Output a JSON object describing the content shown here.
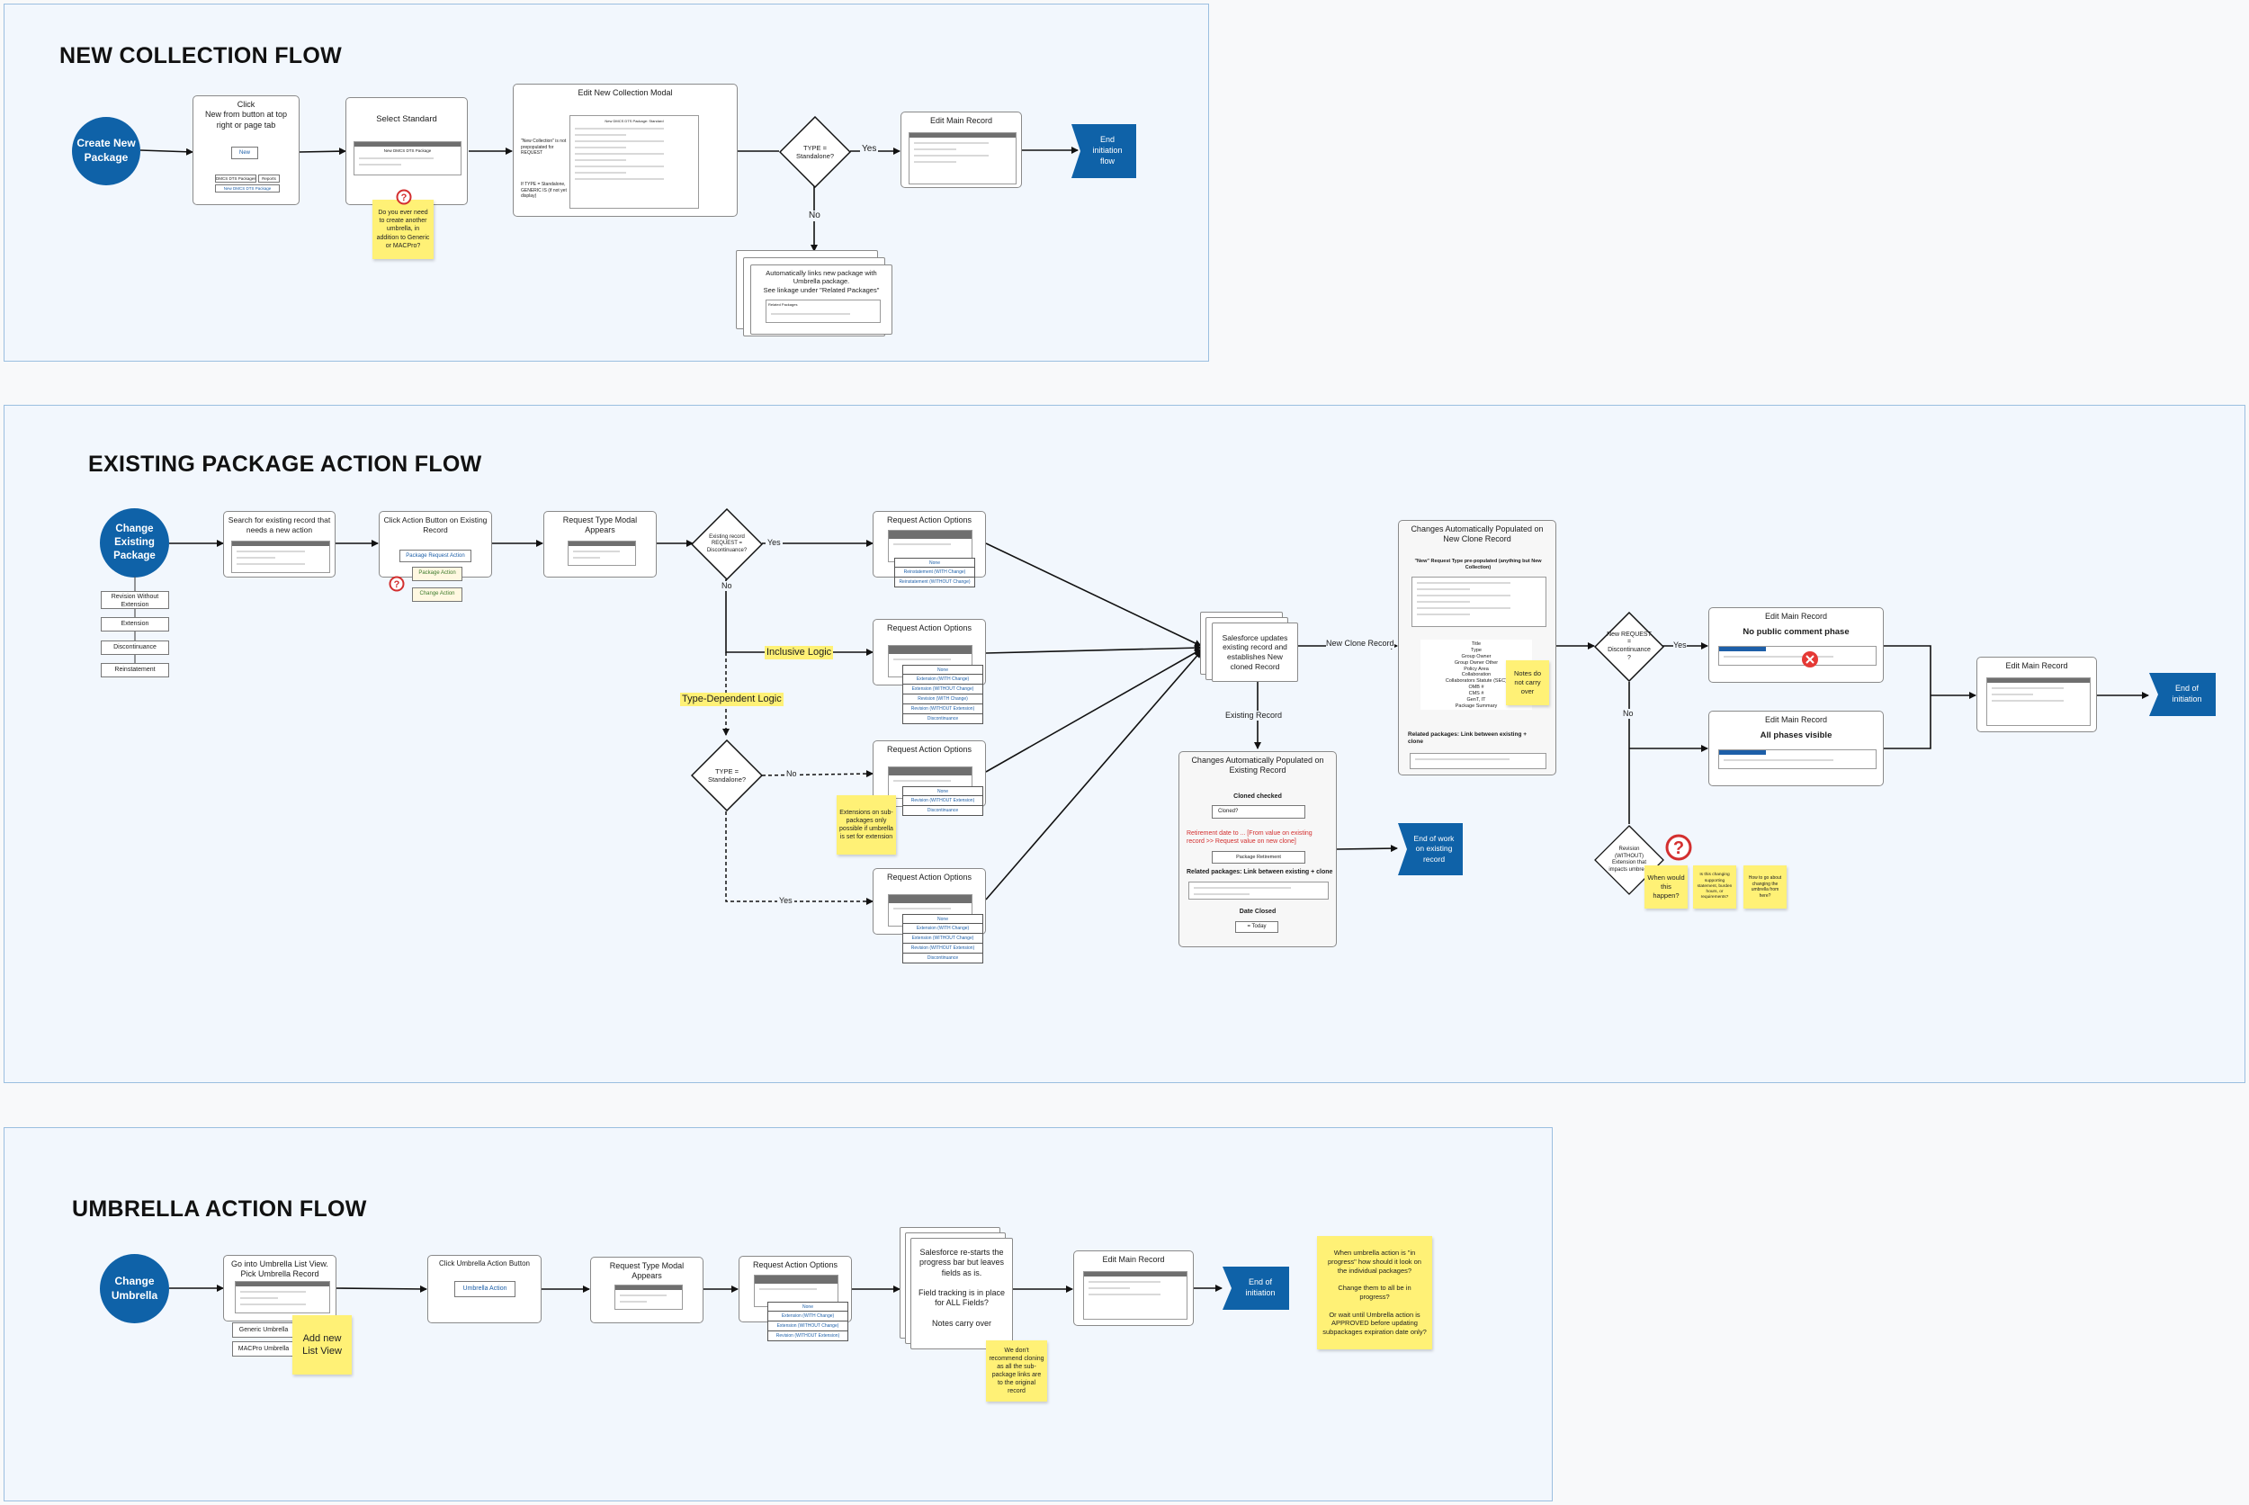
{
  "sections": {
    "new_collection": {
      "title": "NEW COLLECTION FLOW"
    },
    "existing_package": {
      "title": "EXISTING PACKAGE ACTION FLOW"
    },
    "umbrella": {
      "title": "UMBRELLA ACTION FLOW"
    }
  },
  "colors": {
    "accent": "#0f62a8",
    "sticky": "#fff176",
    "section_bg": "#f2f7fd",
    "section_border": "#9bbfe0",
    "warning": "#d32f2f"
  },
  "nc": {
    "start": "Create New Package",
    "click_title": "Click\nNew from button at top right or page tab",
    "click_btn": "New",
    "click_tab1": "DMCS DTS Packages",
    "click_tab2": "Reports",
    "click_item": "New DMCS DTS Package",
    "select_title": "Select Standard",
    "select_modal": "New DMCS DTS Package",
    "sticky_umbrella": "Do you ever need to create another umbrella, in addition to Generic or MACPro?",
    "modal_title": "Edit New Collection Modal",
    "modal_inner_title": "New DMCS DTS Package: Standard",
    "modal_note1": "\"New Collection\" is not prepopulated for REQUEST",
    "modal_note2": "If TYPE = Standalone, GENERIC IS (if not yet display)",
    "decision_standalone": "TYPE = Standalone?",
    "yes": "Yes",
    "no": "No",
    "edit_main": "Edit Main Record",
    "end_flow": "End initiation flow",
    "auto_link": "Automatically links new package with Umbrella package.\nSee linkage under \"Related Packages\"",
    "auto_link_sub": "Related Packages"
  },
  "ep": {
    "start": "Change Existing Package",
    "actions": [
      "Revision Without Extension",
      "Extension",
      "Discontinuance",
      "Reinstatement"
    ],
    "search_title": "Search for existing record that needs a new action",
    "click_action_title": "Click Action Button on Existing Record",
    "btn_package_request": "Package Request Action",
    "btn_package_action": "Package Action",
    "btn_change_action": "Change Action",
    "request_modal_title": "Request Type Modal Appears",
    "decision_discontinued": "Existing record REQUEST = Discontinuance?",
    "decision_type_standalone": "TYPE = Standalone?",
    "yes": "Yes",
    "no": "No",
    "inclusive_logic": "Inclusive Logic",
    "type_dependent_logic": "Type-Dependent Logic",
    "rao_title": "Request Action Options",
    "rao1_options": [
      "None",
      "Reinstatement (WITH Change)",
      "Reinstatement (WITHOUT Change)"
    ],
    "rao2_options": [
      "None",
      "Extension (WITH Change)",
      "Extension (WITHOUT Change)",
      "Revision (WITH Change)",
      "Revision (WITHOUT Extension)",
      "Discontinuance"
    ],
    "rao3_options": [
      "None",
      "Revision (WITHOUT Extension)",
      "Discontinuance"
    ],
    "rao4_options": [
      "None",
      "Extension (WITH Change)",
      "Extension (WITHOUT Change)",
      "Revision (WITHOUT Extension)",
      "Discontinuance"
    ],
    "sticky_extensions": "Extensions on sub-packages only possible if umbrella is set for extension",
    "salesforce_updates": "Salesforce updates existing record and establishes New cloned Record",
    "new_clone_record": "New Clone Record",
    "existing_record": "Existing Record",
    "changes_existing_title": "Changes Automatically Populated on Existing Record",
    "cloned_checked": "Cloned checked",
    "cloned_field": "Cloned?",
    "retirement_text": "Retirement date to ... [From value on existing record >> Request value on new clone]",
    "package_retirement": "Package Retirement",
    "related_link": "Related packages: Link between existing + clone",
    "date_closed": "Date Closed",
    "date_closed_value": "= Today",
    "end_existing": "End of work on existing record",
    "changes_clone_title": "Changes Automatically Populated on New Clone Record",
    "clone_subtitle": "\"New\" Request Type pre-populated (anything but New Collection)",
    "clone_fields": "Title\nType\nGroup Owner\nGroup Owner Other\nPolicy Area\nCollaboration\nCollaborators Statute (SEC)\nOMB #\nCMS #\nGenT, IT\nPackage Summary",
    "sticky_notes": "Notes do not carry over",
    "clone_related": "Related packages: Link between existing + clone",
    "decision_new_request": "New REQUEST = Discontinuance ?",
    "edit_main_title": "Edit Main Record",
    "no_public_comment": "No public comment phase",
    "all_phases": "All phases visible",
    "edit_main_final": "Edit Main Record",
    "end_initiation": "End of initiation",
    "decision_revision": "Revision (WITHOUT) Extension that impacts umbrella",
    "sticky_when": "When would this happen?",
    "sticky_changing": "Is this changing supporting statement, burden hours, or requirements?",
    "sticky_howto": "How to go about changing the umbrella from here?"
  },
  "ua": {
    "start": "Change Umbrella",
    "list_title": "Go into Umbrella List View. Pick Umbrella Record",
    "generic": "Generic Umbrella",
    "macpro": "MACPro Umbrella",
    "sticky_add": "Add new List View",
    "click_btn_title": "Click Umbrella Action Button",
    "umbrella_action": "Umbrella Action",
    "request_modal": "Request Type Modal Appears",
    "rao_title": "Request Action Options",
    "rao_options": [
      "None",
      "Extension (WITH Change)",
      "Extension (WITHOUT Change)",
      "Revision (WITHOUT Extension)"
    ],
    "salesforce_restarts": "Salesforce re-starts the progress bar but leaves fields as is.\n\nField tracking is in place for ALL Fields?\n\nNotes carry over",
    "sticky_clone": "We don't recommend cloning as all the sub-package links are to the original record",
    "edit_main": "Edit Main Record",
    "end_initiation": "End of initiation",
    "sticky_question": "When umbrella action is \"in progress\" how should it look on the individual packages?\n\nChange them to all be in progress?\n\nOr wait until Umbrella action is APPROVED before updating subpackages expiration date only?"
  }
}
